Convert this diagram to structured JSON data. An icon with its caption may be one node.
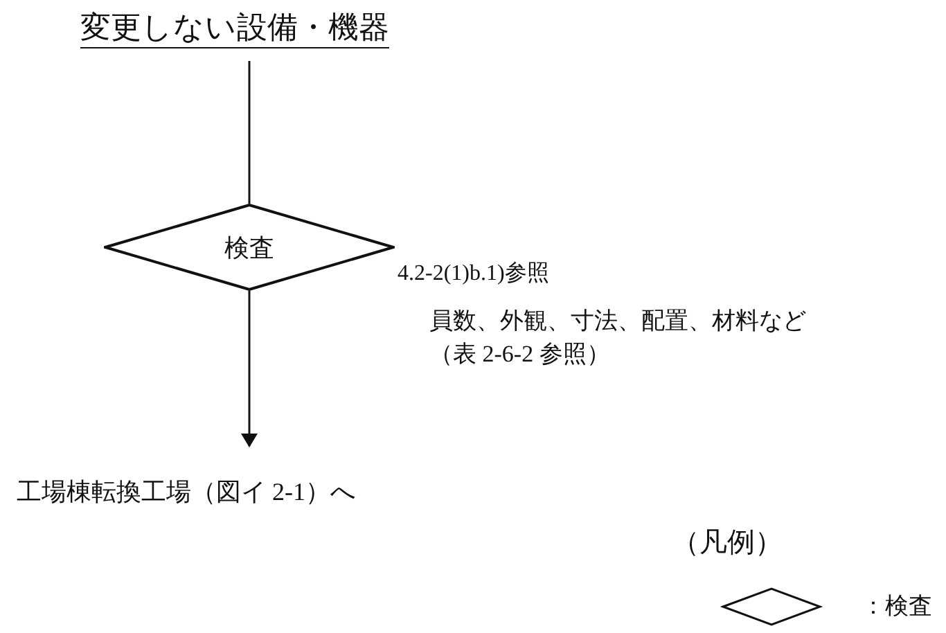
{
  "diagram": {
    "nodes": [
      {
        "text": [
          "変更しない設備・機器"
        ]
      },
      {
        "text": [
          "検査"
        ],
        "beside": [
          "4.2-2(1)b.1)参照",
          "員数、外観、寸法、配置、材料など（表 2-6-2 参照）"
        ]
      },
      {
        "text": [
          "工場棟転換工場（図イ 2-1）へ"
        ]
      }
    ],
    "edges": [
      {
        "from": 0,
        "to": 1,
        "arrow": "none"
      },
      {
        "from": 1,
        "to": 2,
        "arrow": "to"
      }
    ],
    "labels": [
      "（凡例）"
    ],
    "legend": [
      {
        "text": "：検査"
      }
    ]
  }
}
